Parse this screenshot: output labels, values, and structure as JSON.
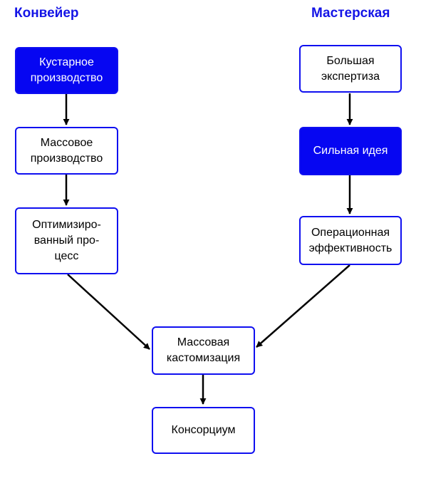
{
  "columns": {
    "left_title": "Конвейер",
    "right_title": "Мастерская"
  },
  "nodes": {
    "craft_production": "Кустарное\nпроизводство",
    "mass_production": "Массовое\nпроизводство",
    "optimized_process": "Оптимизиро-\nванный про-\nцесс",
    "great_expertise": "Большая\nэкспертиза",
    "strong_idea": "Сильная идея",
    "operational_efficiency": "Операционная\nэффективность",
    "mass_customization": "Массовая\nкастомизация",
    "consortium": "Консорциум"
  },
  "colors": {
    "accent_blue": "#0606f2",
    "title_blue": "#1414e6",
    "border_blue": "#1010f0",
    "arrow": "#000000"
  }
}
